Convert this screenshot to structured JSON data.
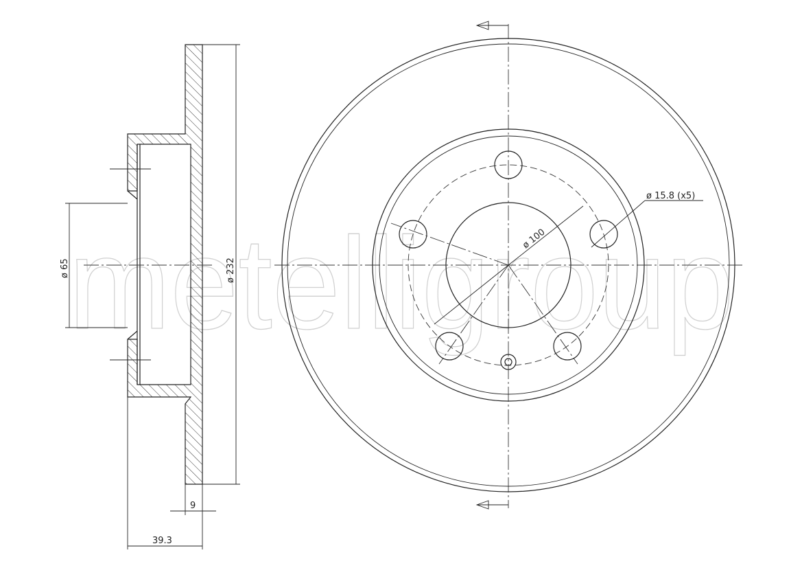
{
  "watermark": "metelligroup",
  "dimensions": {
    "hub_bore": "ø 65",
    "outer_diameter": "ø 232",
    "thickness": "9",
    "height": "39.3",
    "bolt_circle": "ø 100",
    "bolt_holes": "ø 15.8 (x5)"
  }
}
